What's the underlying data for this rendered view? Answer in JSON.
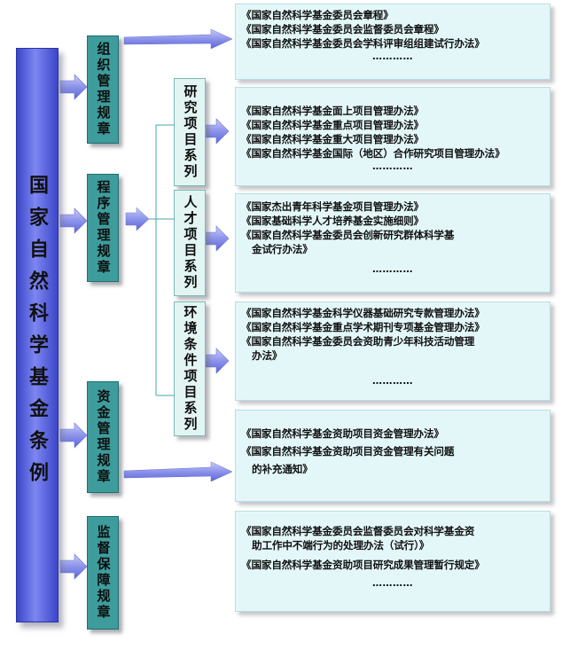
{
  "root": {
    "title": "国家自然科学基金条例"
  },
  "categories": {
    "org": {
      "label": "组织管理规章"
    },
    "proc": {
      "label": "程序管理规章"
    },
    "fund": {
      "label": "资金管理规章"
    },
    "sup": {
      "label": "监督保障规章"
    }
  },
  "subseries": {
    "research": {
      "label": "研究项目系列"
    },
    "talent": {
      "label": "人才项目系列"
    },
    "env": {
      "label": "环境条件项目系列"
    }
  },
  "lists": {
    "org": {
      "items": [
        "《国家自然科学基金委员会章程》",
        "《国家自然科学基金委员会监督委员会章程》",
        "《国家自然科学基金委员会学科评审组组建试行办法》"
      ],
      "more": "…………"
    },
    "research": {
      "items": [
        "《国家自然科学基金面上项目管理办法》",
        "《国家自然科学基金重点项目管理办法》",
        "《国家自然科学基金重大项目管理办法》",
        "《国家自然科学基金国际（地区）合作研究项目管理办法》"
      ],
      "more": "…………"
    },
    "talent": {
      "items": [
        "《国家杰出青年科学基金项目管理办法》",
        "《国家基础科学人才培养基金实施细则》",
        "《国家自然科学基金委员会创新研究群体科学基",
        "金试行办法》"
      ],
      "more": "…………"
    },
    "env": {
      "items": [
        "《国家自然科学基金科学仪器基础研究专款管理办法》",
        "《国家自然科学基金重点学术期刊专项基金管理办法》",
        "《国家自然科学基金委员会资助青少年科技活动管理",
        "办法》"
      ],
      "more": "…………"
    },
    "fund": {
      "items": [
        "《国家自然科学基金资助项目资金管理办法》",
        "《国家自然科学基金资助项目资金管理有关问题",
        "的补充通知》"
      ],
      "more": ""
    },
    "sup": {
      "items": [
        "《国家自然科学基金委员会监督委员会对科学基金资",
        "助工作中不端行为的处理办法（试行）》",
        "《国家自然科学基金资助项目研究成果管理暂行规定》"
      ],
      "more": "…………"
    }
  },
  "colors": {
    "root": "#5a64e0",
    "category": "#3e9c9c",
    "subseries": "#e2f5f3",
    "list": "#e3f7f9",
    "arrow": "#7b84e8"
  }
}
